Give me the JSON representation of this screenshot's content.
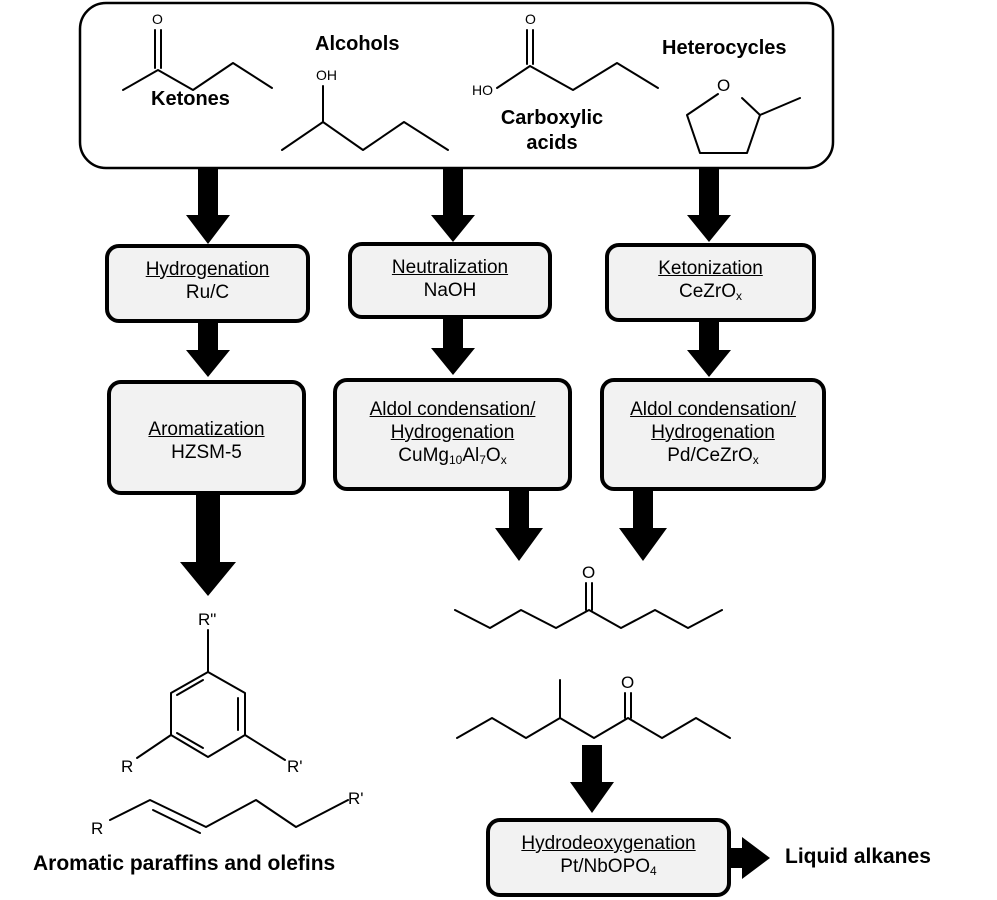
{
  "feedstock": {
    "ketones": "Ketones",
    "alcohols": "Alcohols",
    "carboxylic_acids_line1": "Carboxylic",
    "carboxylic_acids_line2": "acids",
    "heterocycles": "Heterocycles"
  },
  "atoms": {
    "O": "O",
    "OH": "OH",
    "HO": "HO",
    "R": "R",
    "R_prime": "R'",
    "R_double_prime": "R\""
  },
  "steps": {
    "hydrogenation": {
      "step": "Hydrogenation",
      "catalyst": "Ru/C"
    },
    "neutralization": {
      "step": "Neutralization",
      "catalyst": "NaOH"
    },
    "ketonization": {
      "step": "Ketonization",
      "catalyst_base": "CeZrO",
      "catalyst_sub": "x"
    },
    "aromatization": {
      "step": "Aromatization",
      "catalyst": "HZSM-5"
    },
    "aldol_mid": {
      "step_line1": "Aldol condensation/",
      "step_line2": "Hydrogenation",
      "cat_part1": "CuMg",
      "cat_sub1": "10",
      "cat_part2": "Al",
      "cat_sub2": "7",
      "cat_part3": "O",
      "cat_sub3": "x"
    },
    "aldol_right": {
      "step_line1": "Aldol condensation/",
      "step_line2": "Hydrogenation",
      "catalyst_base": "Pd/CeZrO",
      "catalyst_sub": "x"
    },
    "hdo": {
      "step": "Hydrodeoxygenation",
      "catalyst_base": "Pt/NbOPO",
      "catalyst_sub": "4"
    }
  },
  "products": {
    "aromatics": "Aromatic paraffins and olefins",
    "alkanes": "Liquid alkanes"
  }
}
